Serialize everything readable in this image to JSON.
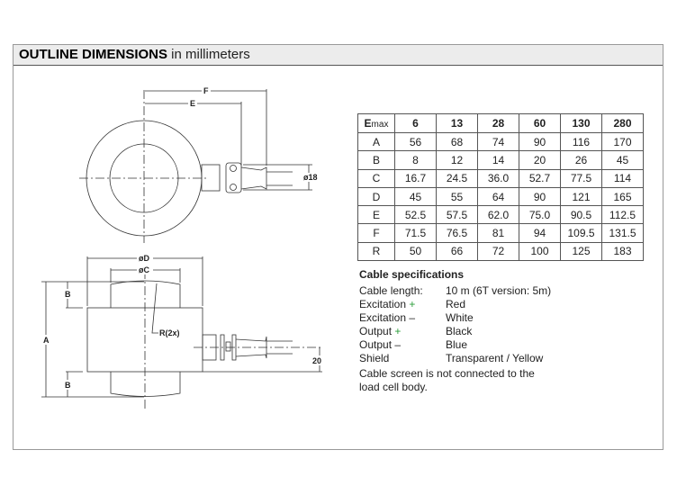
{
  "header": {
    "title_bold": "OUTLINE DIMENSIONS",
    "title_rest": " in millimeters"
  },
  "drawing_labels": {
    "F": "F",
    "E": "E",
    "d18": "ø18",
    "D": "øD",
    "C": "øC",
    "A": "A",
    "B_top": "B",
    "B_bottom": "B",
    "R": "R(2x)",
    "d20": "20"
  },
  "table": {
    "header_main": "E",
    "header_sub": "max",
    "columns": [
      "6",
      "13",
      "28",
      "60",
      "130",
      "280"
    ],
    "rows": [
      {
        "label": "A",
        "values": [
          "56",
          "68",
          "74",
          "90",
          "116",
          "170"
        ]
      },
      {
        "label": "B",
        "values": [
          "8",
          "12",
          "14",
          "20",
          "26",
          "45"
        ]
      },
      {
        "label": "C",
        "values": [
          "16.7",
          "24.5",
          "36.0",
          "52.7",
          "77.5",
          "114"
        ]
      },
      {
        "label": "D",
        "values": [
          "45",
          "55",
          "64",
          "90",
          "121",
          "165"
        ]
      },
      {
        "label": "E",
        "values": [
          "52.5",
          "57.5",
          "62.0",
          "75.0",
          "90.5",
          "112.5"
        ]
      },
      {
        "label": "F",
        "values": [
          "71.5",
          "76.5",
          "81",
          "94",
          "109.5",
          "131.5"
        ]
      },
      {
        "label": "R",
        "values": [
          "50",
          "66",
          "72",
          "100",
          "125",
          "183"
        ]
      }
    ]
  },
  "cable": {
    "title": "Cable specifications",
    "items": [
      {
        "key": "Cable length:",
        "sign": "",
        "value": "10 m (6T version: 5m)"
      },
      {
        "key": "Excitation ",
        "sign": "+",
        "value": "Red"
      },
      {
        "key": "Excitation ",
        "sign": "–",
        "value": "White"
      },
      {
        "key": "Output ",
        "sign": "+",
        "value": "Black"
      },
      {
        "key": "Output ",
        "sign": "–",
        "value": "Blue"
      },
      {
        "key": "Shield",
        "sign": "",
        "value": "Transparent / Yellow"
      }
    ],
    "note": "Cable screen is not connected to the load cell body."
  },
  "colors": {
    "plus": "#2a9d3a",
    "header_bg": "#ececec"
  }
}
